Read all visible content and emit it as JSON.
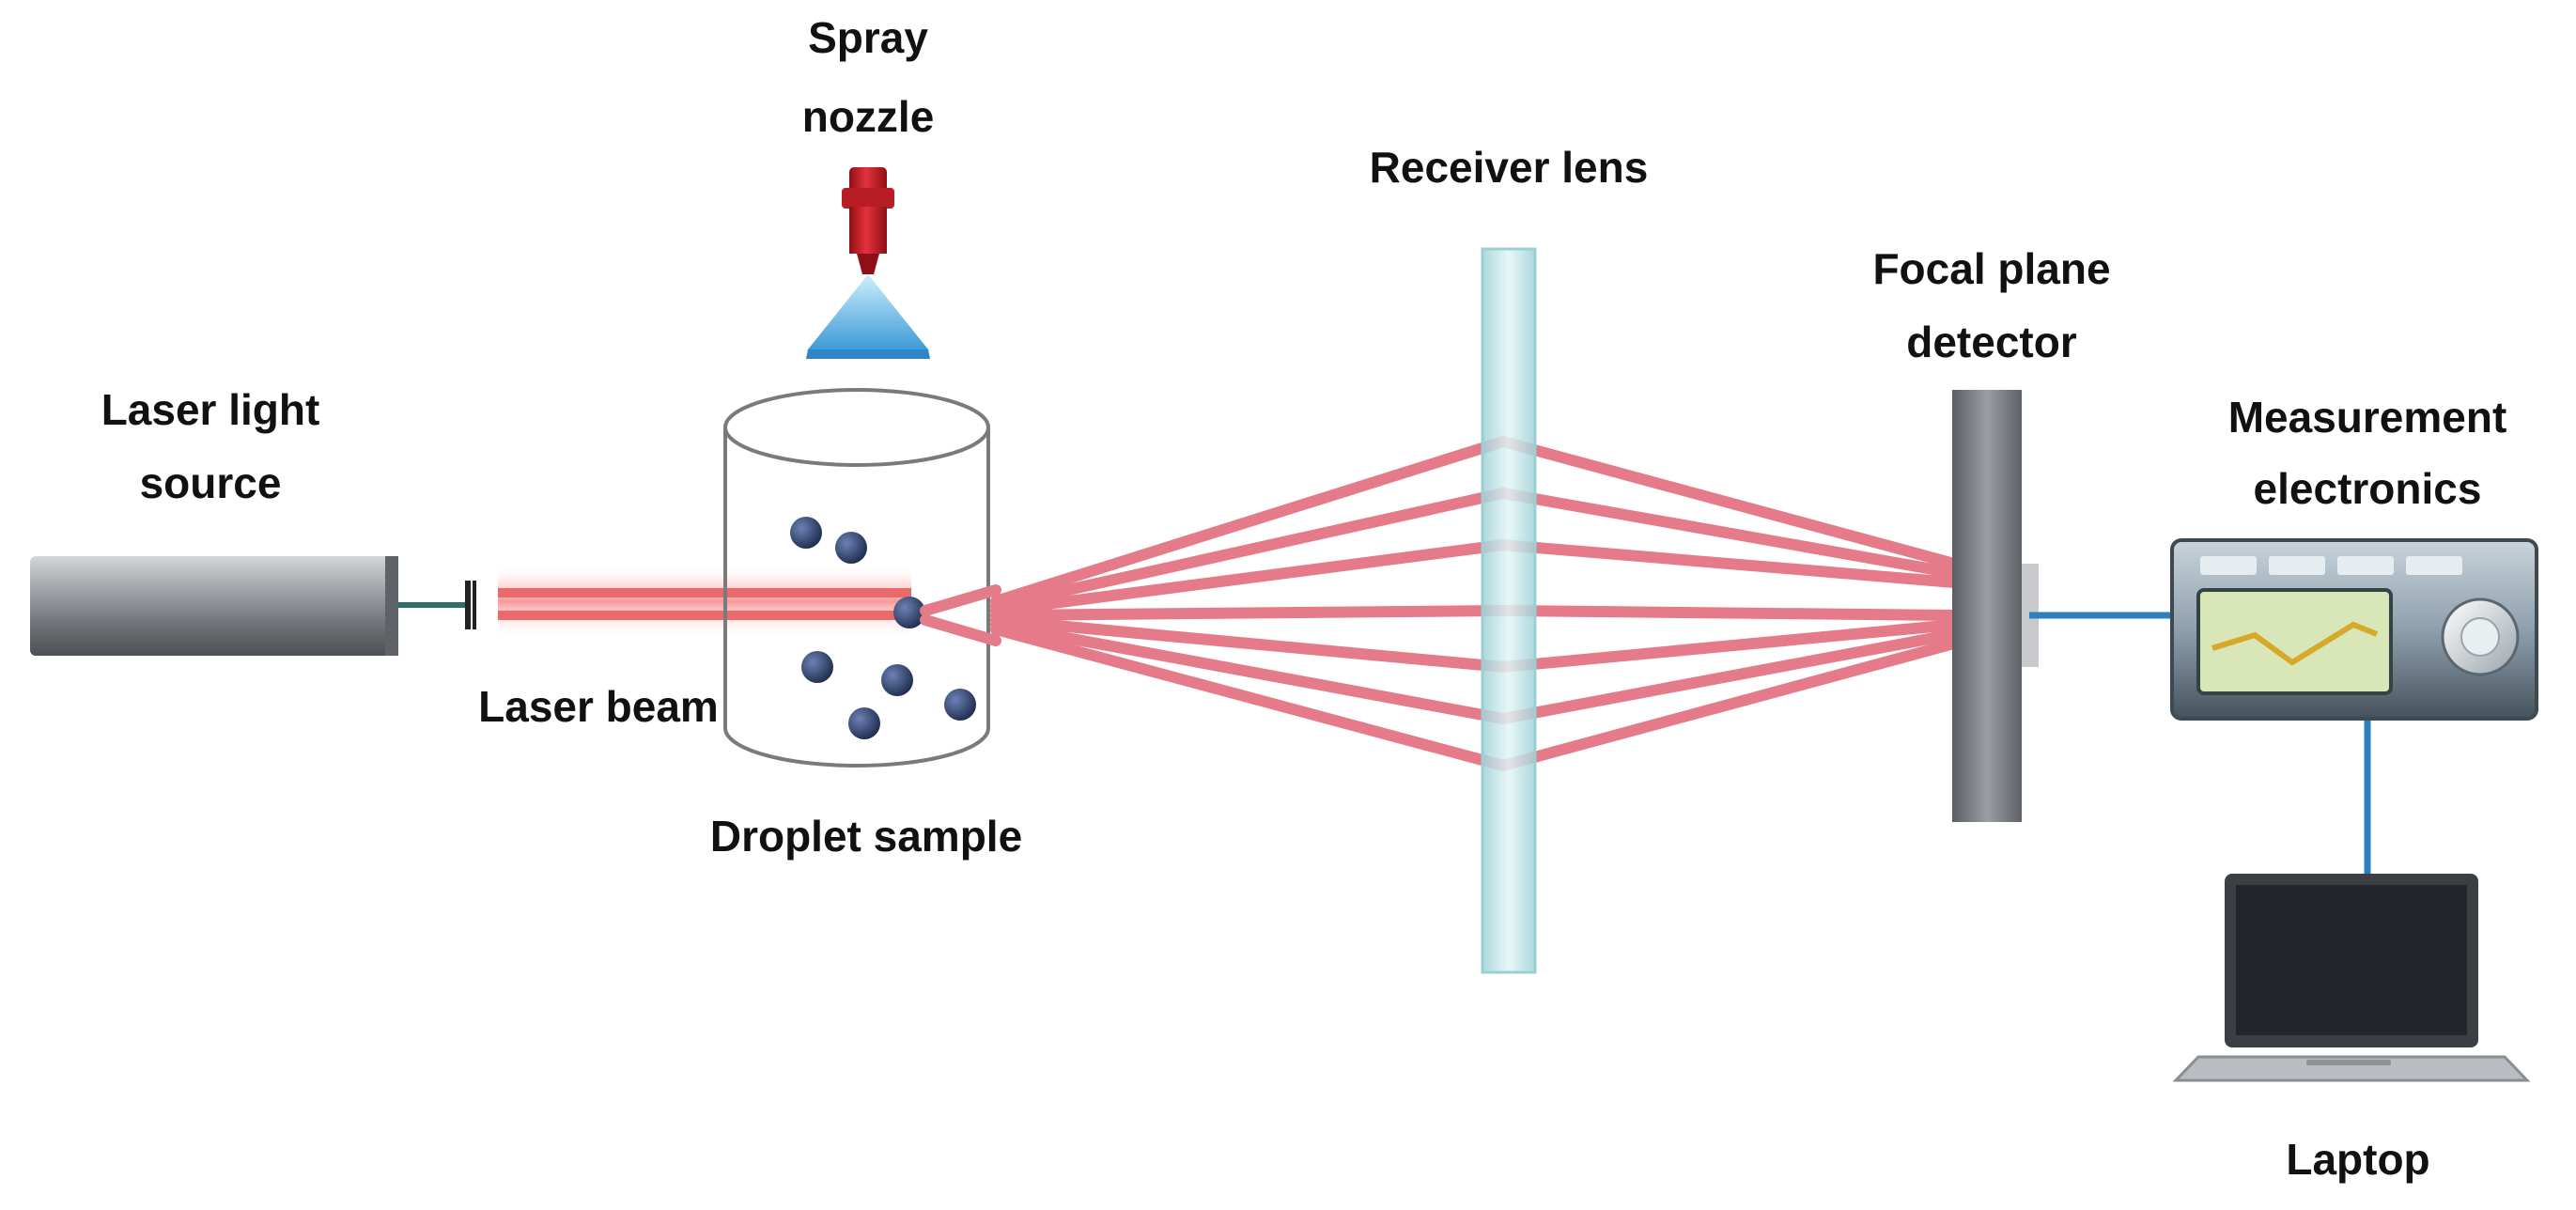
{
  "labels": {
    "spray_nozzle_1": "Spray",
    "spray_nozzle_2": "nozzle",
    "receiver_lens": "Receiver lens",
    "focal_plane_1": "Focal plane",
    "focal_plane_2": "detector",
    "laser_source_1": "Laser light",
    "laser_source_2": "source",
    "measurement_1": "Measurement",
    "measurement_2": "electronics",
    "laser_beam": "Laser beam",
    "droplet_sample": "Droplet sample",
    "laptop": "Laptop"
  },
  "colors": {
    "beam": "#e57a89",
    "beam_glow": "#f7a3a3",
    "droplet": "#2f4270",
    "nozzle": "#d8202b",
    "spray": "#7cc6ee",
    "lens": "#bfe3e6",
    "detector": "#7a7d82",
    "cable": "#2f7fbf",
    "screen": "#d8e6b8"
  },
  "icons": [
    "laser-source-icon",
    "spray-nozzle-icon",
    "droplet-cylinder-icon",
    "receiver-lens-icon",
    "detector-icon",
    "measurement-device-icon",
    "laptop-icon"
  ]
}
